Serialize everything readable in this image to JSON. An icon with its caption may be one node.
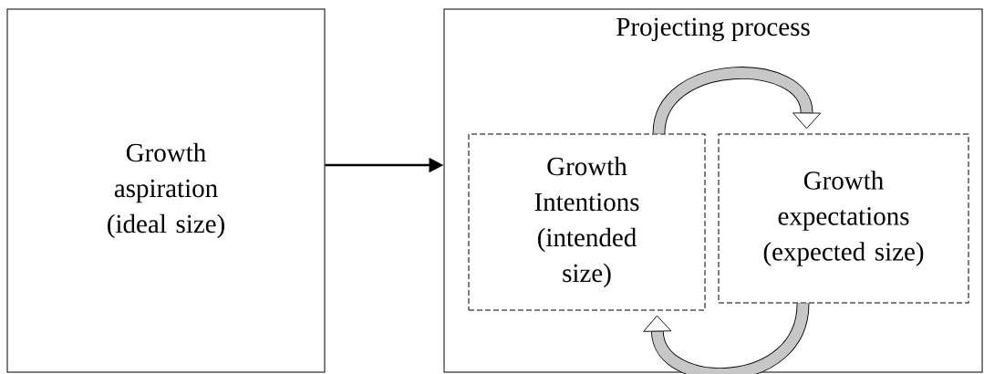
{
  "diagram": {
    "nodes": [
      {
        "text": [
          "Growth aspiration (ideal size)"
        ]
      },
      {
        "text": [
          "Projecting process"
        ]
      },
      {
        "text": [
          "Growth Intentions (intended size)"
        ],
        "in": 1
      },
      {
        "text": [
          "Growth expectations (expected size)"
        ],
        "in": 1
      }
    ],
    "edges": [
      {
        "from": 0,
        "to": 1,
        "arrow": "to"
      },
      {
        "from": 2,
        "to": 3,
        "arrow": "to"
      },
      {
        "from": 3,
        "to": 2,
        "arrow": "to"
      }
    ]
  }
}
